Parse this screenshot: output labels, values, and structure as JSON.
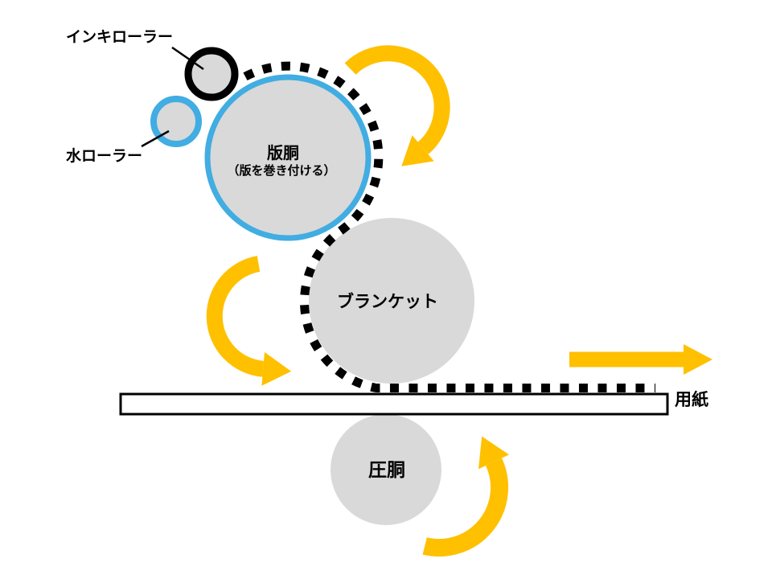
{
  "labels": {
    "ink_roller": "インキローラー",
    "water_roller": "水ローラー",
    "plate_cylinder": "版胴",
    "plate_cylinder_note": "（版を巻き付ける）",
    "blanket": "ブランケット",
    "impression_cylinder": "圧胴",
    "paper": "用紙"
  },
  "colors": {
    "cylinder_gray": "#D9D9D9",
    "water_blue": "#41ADE2",
    "rotation_arrow_yellow": "#FFC000",
    "ink_dash_black": "#000000",
    "paper_fill": "#FFFFFF"
  }
}
